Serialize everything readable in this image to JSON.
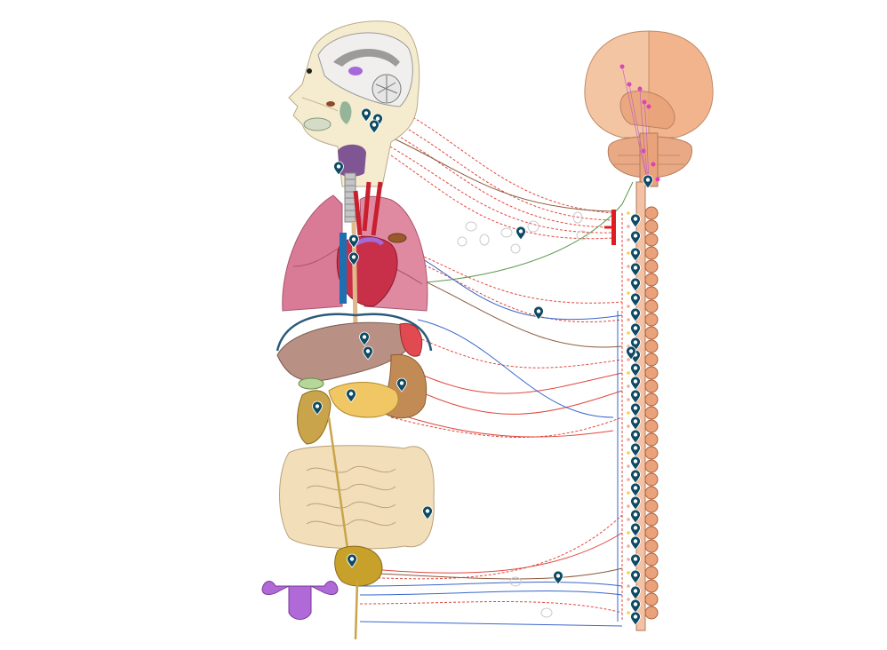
{
  "diagram": {
    "subject": "autonomic-nervous-system-innervation",
    "colors": {
      "sympathetic": "#e0483f",
      "parasympathetic": "#3a66c9",
      "visceral_afferent": "#8a5a3c",
      "vagal_green": "#5a9a4a",
      "pin": "#0e4a63",
      "nucleus": "#e03fb8",
      "spine_body": "#e9a27a",
      "lung": "#d97b96",
      "liver": "#b99084",
      "stomach": "#c28b56",
      "pancreas": "#f1c766",
      "intestine": "#f2dfba",
      "bladder": "#c7a12a",
      "uterus": "#b06ad8",
      "brain": "#f2b48c",
      "heart": "#c8304a",
      "trachea": "#7a8a9a",
      "stop_bar": "#e01b22"
    },
    "structures": [
      {
        "id": "head",
        "icon": "head-sagittal-icon"
      },
      {
        "id": "brain",
        "icon": "brain-icon"
      },
      {
        "id": "cerebellum",
        "icon": "cerebellum-icon"
      },
      {
        "id": "spinal-cord",
        "icon": "spinal-cord-icon"
      },
      {
        "id": "thyroid",
        "icon": "thyroid-icon"
      },
      {
        "id": "lungs",
        "icon": "lungs-icon"
      },
      {
        "id": "heart",
        "icon": "heart-icon"
      },
      {
        "id": "liver",
        "icon": "liver-icon"
      },
      {
        "id": "stomach",
        "icon": "stomach-icon"
      },
      {
        "id": "pancreas",
        "icon": "pancreas-icon"
      },
      {
        "id": "gallbladder",
        "icon": "gallbladder-icon"
      },
      {
        "id": "intestines",
        "icon": "intestines-icon"
      },
      {
        "id": "bladder",
        "icon": "bladder-icon"
      },
      {
        "id": "uterus",
        "icon": "uterus-icon"
      }
    ],
    "pin_icon": "location-pin-icon",
    "pin_count": 44
  }
}
